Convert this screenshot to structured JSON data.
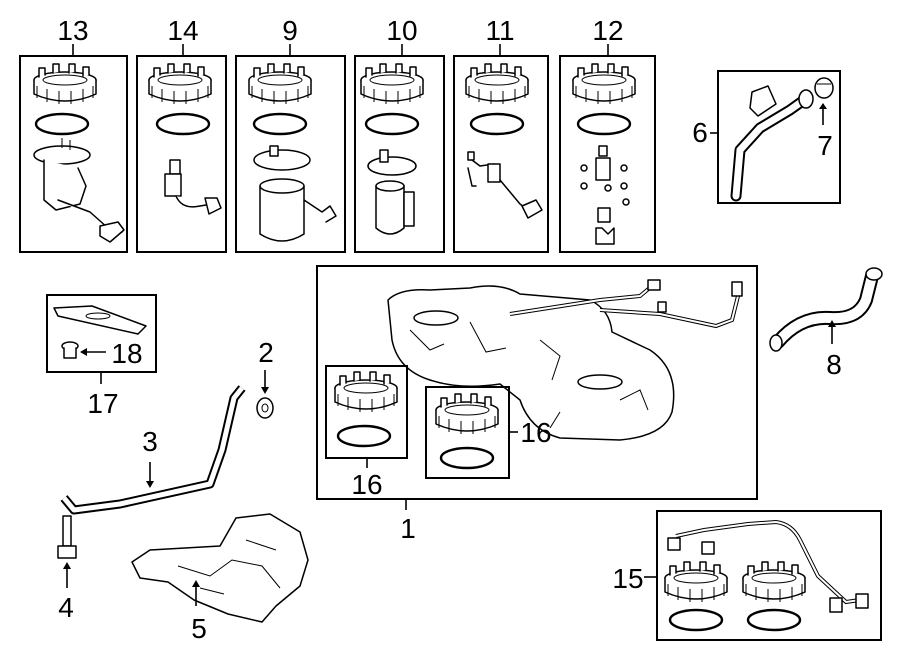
{
  "callouts": {
    "c1": "1",
    "c2": "2",
    "c3": "3",
    "c4": "4",
    "c5": "5",
    "c6": "6",
    "c7": "7",
    "c8": "8",
    "c9": "9",
    "c10": "10",
    "c11": "11",
    "c12": "12",
    "c13": "13",
    "c14": "14",
    "c15": "15",
    "c16a": "16",
    "c16b": "16",
    "c17": "17",
    "c18": "18"
  }
}
